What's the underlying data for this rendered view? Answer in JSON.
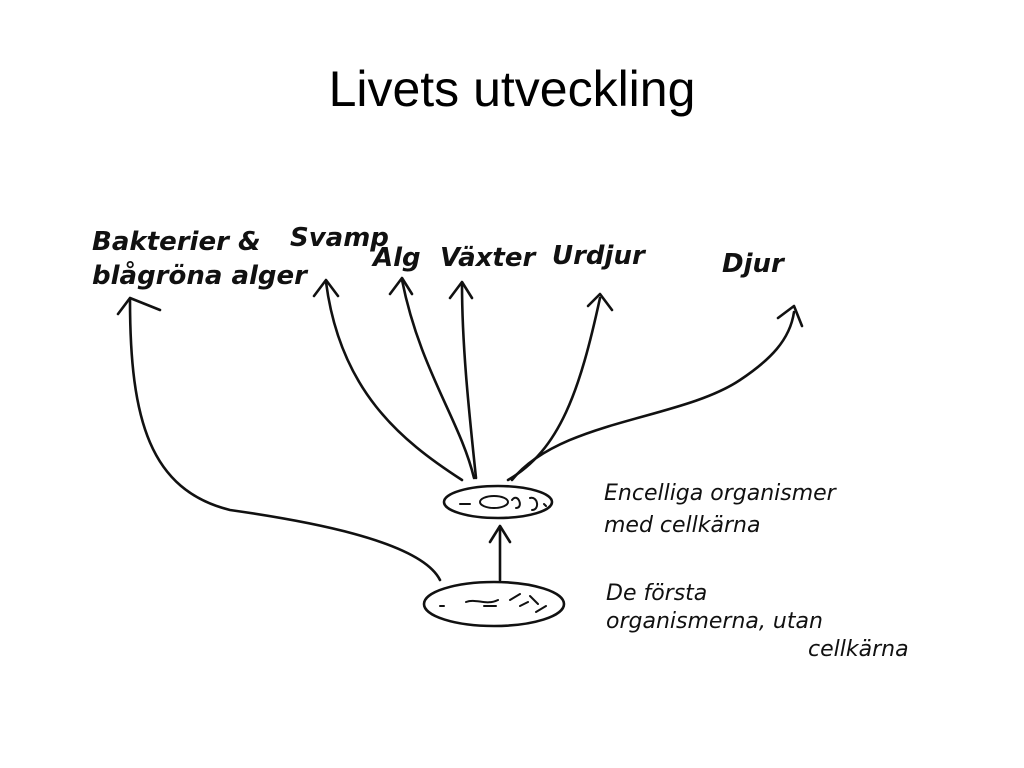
{
  "slide": {
    "title": "Livets utveckling"
  },
  "diagram": {
    "nodes": {
      "bakterier_line1": "Bakterier &",
      "bakterier_line2": "blågröna alger",
      "svamp": "Svamp",
      "alg": "Alg",
      "vaxter": "Växter",
      "urdjur": "Urdjur",
      "djur": "Djur"
    },
    "cells": {
      "eukaryote_line1": "Encelliga organismer",
      "eukaryote_line2": "med cellkärna",
      "prokaryote_line1": "De första",
      "prokaryote_line2": "organismerna, utan",
      "prokaryote_line3": "cellkärna"
    }
  }
}
